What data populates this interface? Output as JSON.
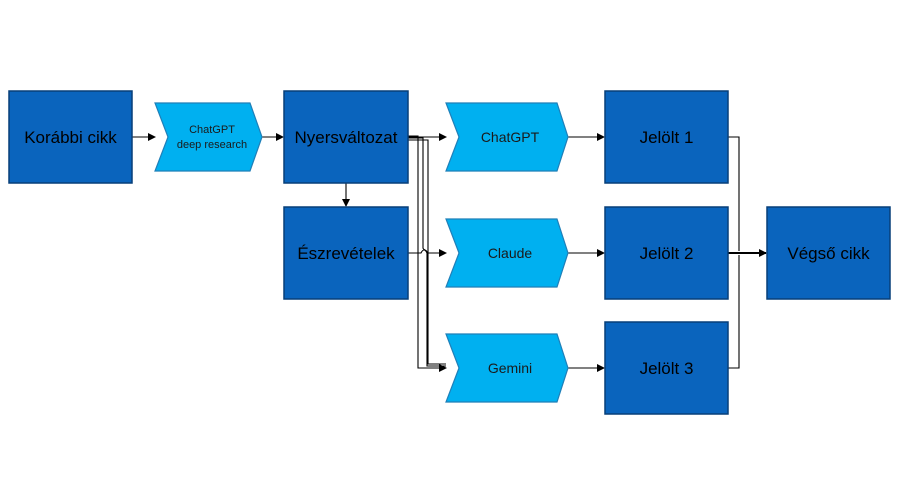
{
  "nodes": {
    "korabbi_cikk": "Korábbi cikk",
    "chatgpt_deep_research_line1": "ChatGPT",
    "chatgpt_deep_research_line2": "deep research",
    "nyersvaltozat": "Nyersváltozat",
    "eszrevetelek": "Észrevételek",
    "chatgpt": "ChatGPT",
    "claude": "Claude",
    "gemini": "Gemini",
    "jelolt_1": "Jelölt 1",
    "jelolt_2": "Jelölt 2",
    "jelolt_3": "Jelölt 3",
    "vegso_cikk": "Végső cikk"
  },
  "colors": {
    "box_fill": "#0a64bd",
    "chevron_fill": "#00b0f0",
    "connector": "#000000"
  }
}
